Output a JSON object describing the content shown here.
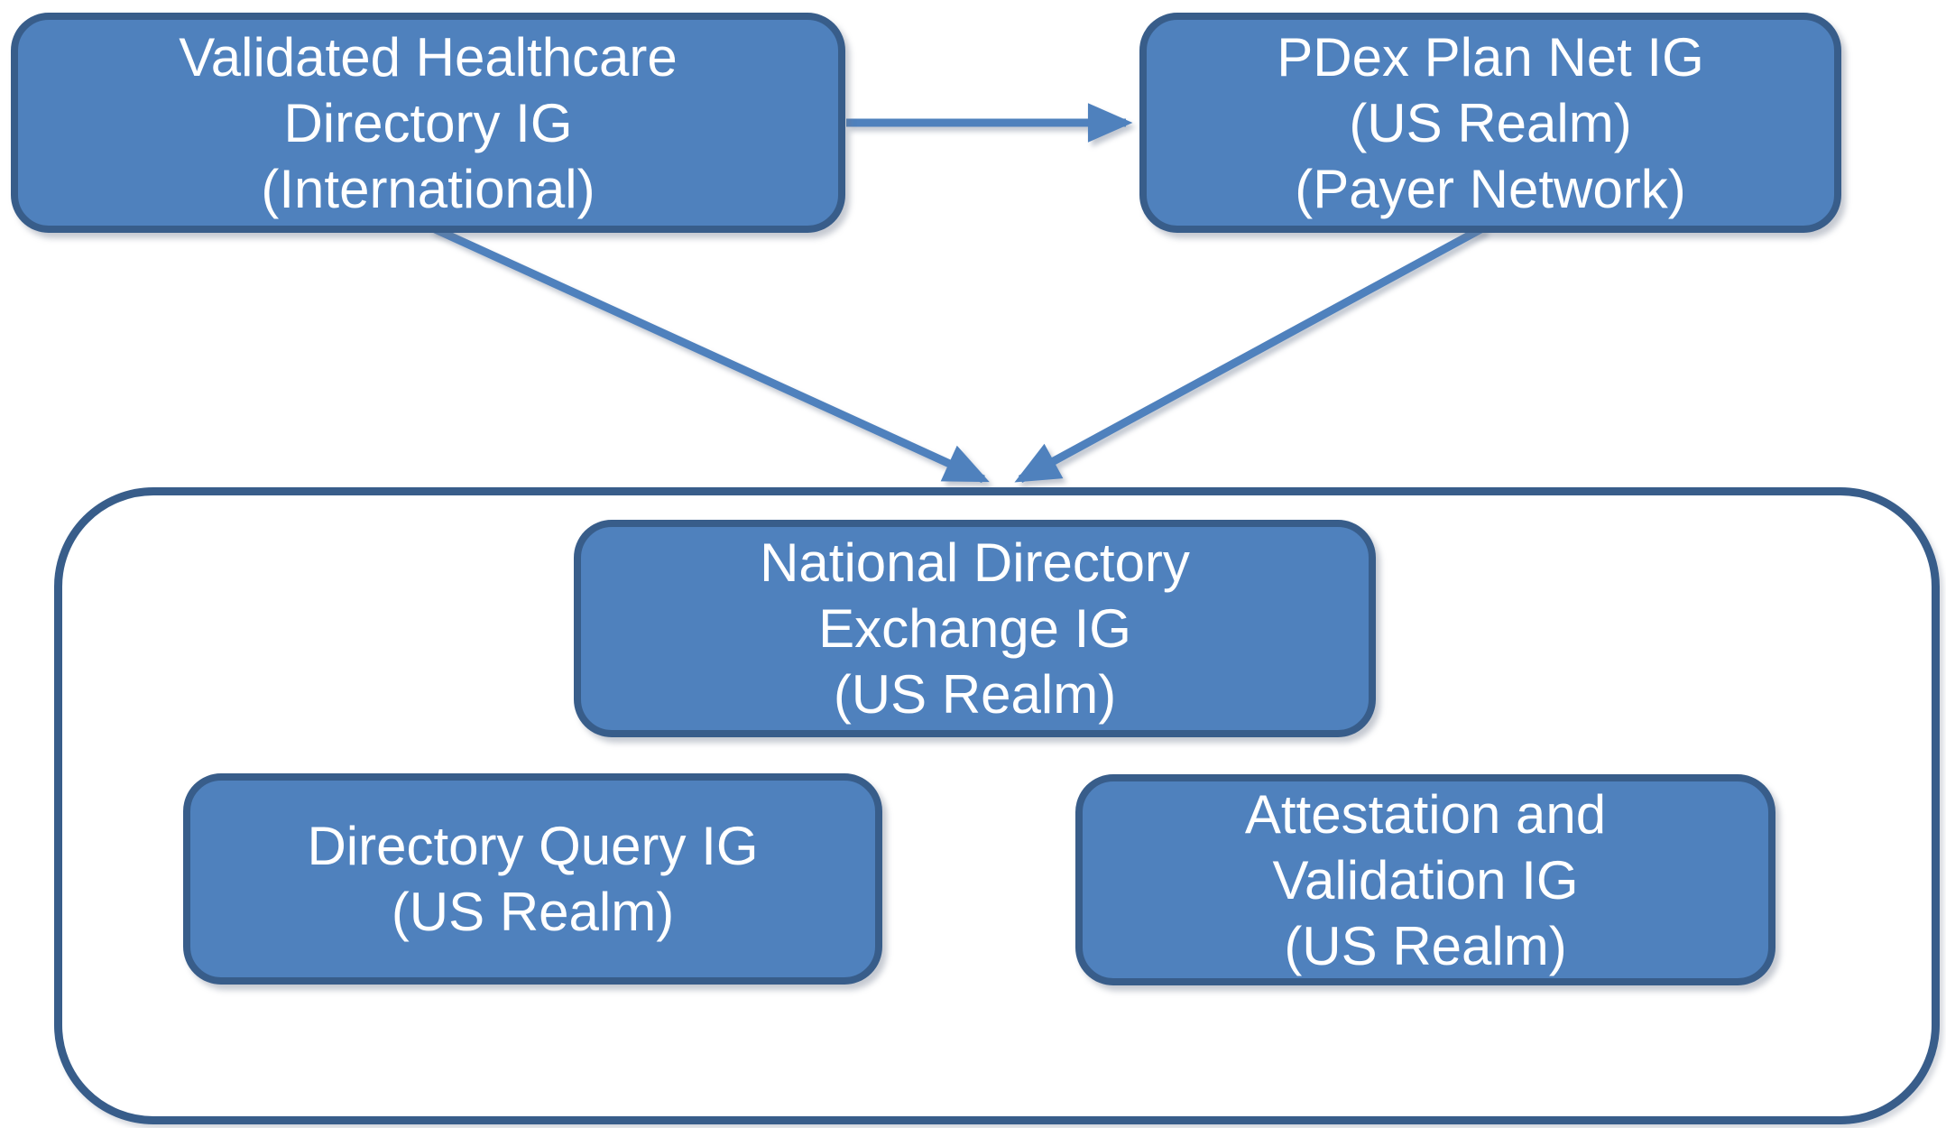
{
  "diagram": {
    "background_color": "#FFFFFF",
    "node_fill_color": "#4F81BD",
    "node_border_color": "#385D8A",
    "container_border_color": "#385D8A",
    "arrow_color": "#4F81BD",
    "text_color": "#FFFFFF",
    "nodes": [
      {
        "id": "validated-healthcare-directory-ig",
        "label": "Validated Healthcare\nDirectory IG\n(International)"
      },
      {
        "id": "pdex-plan-net-ig",
        "label": "PDex Plan Net IG\n(US Realm)\n(Payer Network)"
      },
      {
        "id": "national-directory-exchange-ig",
        "label": "National Directory\nExchange IG\n(US Realm)"
      },
      {
        "id": "directory-query-ig",
        "label": "Directory Query IG\n(US Realm)"
      },
      {
        "id": "attestation-and-validation-ig",
        "label": "Attestation and\nValidation IG\n(US Realm)"
      }
    ],
    "container": {
      "id": "us-realm-group",
      "contains": [
        "national-directory-exchange-ig",
        "directory-query-ig",
        "attestation-and-validation-ig"
      ]
    },
    "edges": [
      {
        "from": "validated-healthcare-directory-ig",
        "to": "pdex-plan-net-ig"
      },
      {
        "from": "validated-healthcare-directory-ig",
        "to": "us-realm-group"
      },
      {
        "from": "pdex-plan-net-ig",
        "to": "us-realm-group"
      }
    ]
  }
}
